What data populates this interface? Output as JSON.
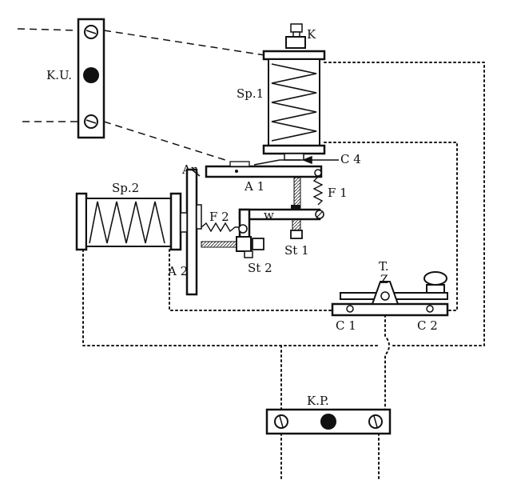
{
  "diagram": {
    "labels": {
      "ku": "K.U.",
      "k": "K",
      "sp1": "Sp.1",
      "c4": "C 4",
      "ar": "Ar.",
      "a1": "A 1",
      "f1": "F 1",
      "sp2": "Sp.2",
      "f2": "F 2",
      "w": "w",
      "st1": "St 1",
      "st2": "St 2",
      "a2": "A 2",
      "t": "T.",
      "z": "Z",
      "c1": "C 1",
      "c2": "C 2",
      "kp": "K.P."
    }
  }
}
